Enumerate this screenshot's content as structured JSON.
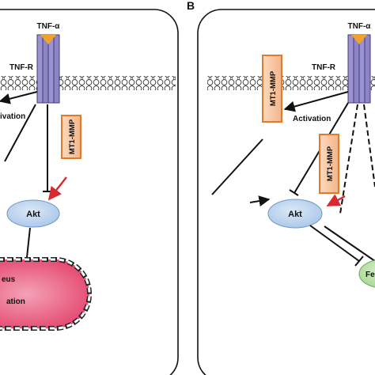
{
  "panels": {
    "a": {
      "receptor_label": "TNF-R",
      "ligand_label": "TNF-α",
      "activation_label": "ivation",
      "mt1_mmp_label": "MT1-MMP",
      "akt_label": "Akt",
      "nucleus_label_1": "eus",
      "nucleus_label_2": "ation"
    },
    "b": {
      "panel_letter": "B",
      "ligand_label": "TNF-α",
      "receptor_label": "TNF-R",
      "mt1_mmp_membrane_label": "MT1-MMP",
      "activation_label": "Activation",
      "mt1_mmp_label": "MT1-MMP",
      "akt_label": "Akt",
      "fe_label": "Fe"
    }
  },
  "colors": {
    "receptor_fill": "#9a93cf",
    "receptor_stroke": "#3f3a78",
    "ligand": "#f3a12a",
    "mt1_fill": "#f7c39e",
    "mt1_stroke": "#e07a2f",
    "akt_fill": "#b9d3ef",
    "akt_stroke": "#6f95c4",
    "nucleus_fill": "#e8466e",
    "fe_fill": "#b8e1a6",
    "red_arrow": "#d9292e",
    "line": "#111111"
  }
}
